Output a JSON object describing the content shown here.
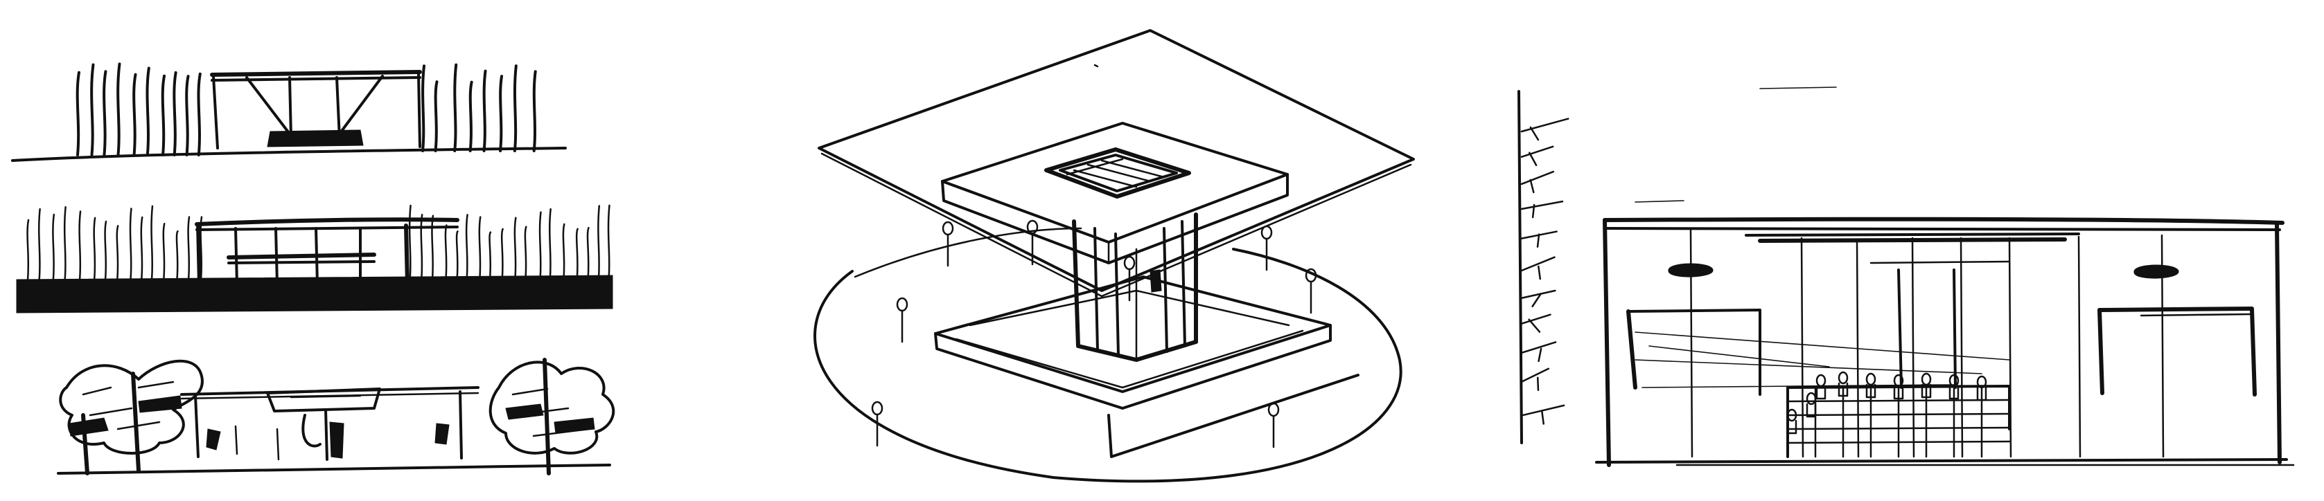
{
  "sheet": {
    "panels": [
      {
        "id": "elevations",
        "icon": "elevation-sketch-icon"
      },
      {
        "id": "axonometric",
        "icon": "axonometric-sketch-icon"
      },
      {
        "id": "interior",
        "icon": "interior-section-sketch-icon"
      }
    ]
  },
  "colors": {
    "paper": "#ffffff",
    "ink": "#111111"
  }
}
